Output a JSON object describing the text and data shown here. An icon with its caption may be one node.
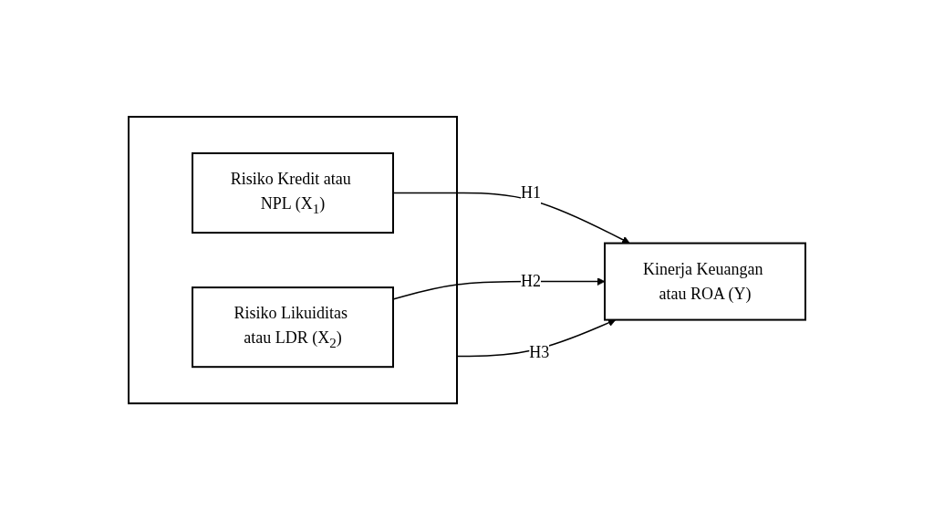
{
  "diagram": {
    "nodes": [
      {
        "text": [],
        "shape": "box"
      },
      {
        "text": [
          "Risiko Kredit atau NPL (X$_{1}$)"
        ],
        "in": 0
      },
      {
        "text": [
          "Risiko Likuiditas atau LDR (X$_{2}$)"
        ],
        "in": 0
      },
      {
        "text": [
          "Kinerja Keuangan atau ROA (Y)"
        ]
      }
    ],
    "edges": [
      {
        "from": 1,
        "to": 3,
        "arrow": "to",
        "label": "H1"
      },
      {
        "from": 2,
        "to": 3,
        "arrow": "to",
        "label": "H2"
      },
      {
        "from": 0,
        "to": 3,
        "arrow": "to",
        "label": "H3"
      }
    ]
  }
}
